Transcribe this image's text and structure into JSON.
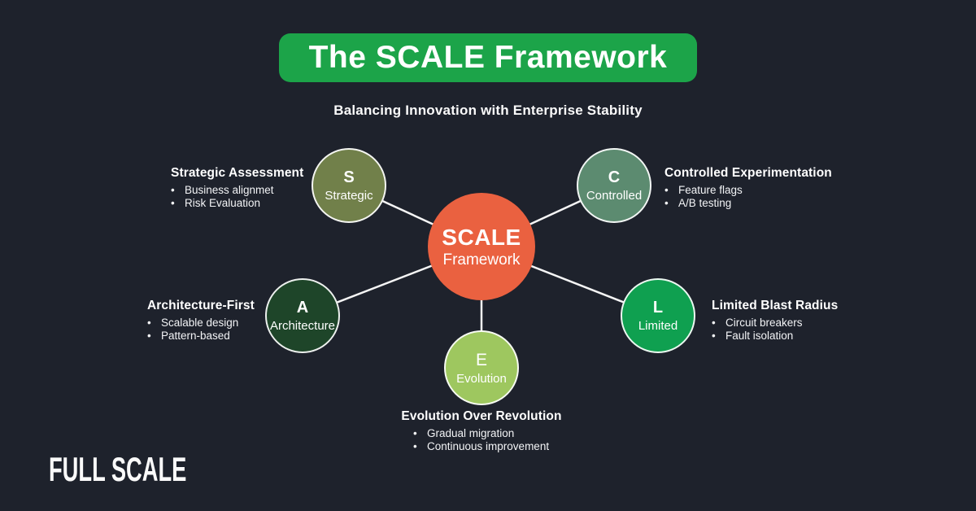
{
  "title": "The SCALE Framework",
  "subtitle": "Balancing Innovation with Enterprise Stability",
  "center": {
    "line1": "SCALE",
    "line2": "Framework",
    "color": "#EA6140"
  },
  "nodes": [
    {
      "id": "strategic",
      "letter": "S",
      "word": "Strategic",
      "color": "#71804A",
      "heading": "Strategic Assessment",
      "bullets": [
        "Business alignmet",
        "Risk Evaluation"
      ]
    },
    {
      "id": "controlled",
      "letter": "C",
      "word": "Controlled",
      "color": "#5C8B70",
      "heading": "Controlled Experimentation",
      "bullets": [
        "Feature flags",
        "A/B testing"
      ]
    },
    {
      "id": "architecture",
      "letter": "A",
      "word": "Architecture",
      "color": "#1E4529",
      "heading": "Architecture-First",
      "bullets": [
        "Scalable design",
        "Pattern-based"
      ]
    },
    {
      "id": "limited",
      "letter": "L",
      "word": "Limited",
      "color": "#0FA050",
      "heading": "Limited Blast Radius",
      "bullets": [
        "Circuit breakers",
        "Fault isolation"
      ]
    },
    {
      "id": "evolution",
      "letter": "E",
      "word": "Evolution",
      "color": "#9EC75F",
      "heading": "Evolution Over Revolution",
      "bullets": [
        "Gradual migration",
        "Continuous improvement"
      ]
    }
  ],
  "logo": {
    "text": "FULL SCALE"
  },
  "colors": {
    "background": "#1E222C",
    "banner_green": "#1CA449",
    "center_orange": "#EA6140",
    "connector_line": "#F5F5F5",
    "text_white": "#FFFFFF"
  }
}
